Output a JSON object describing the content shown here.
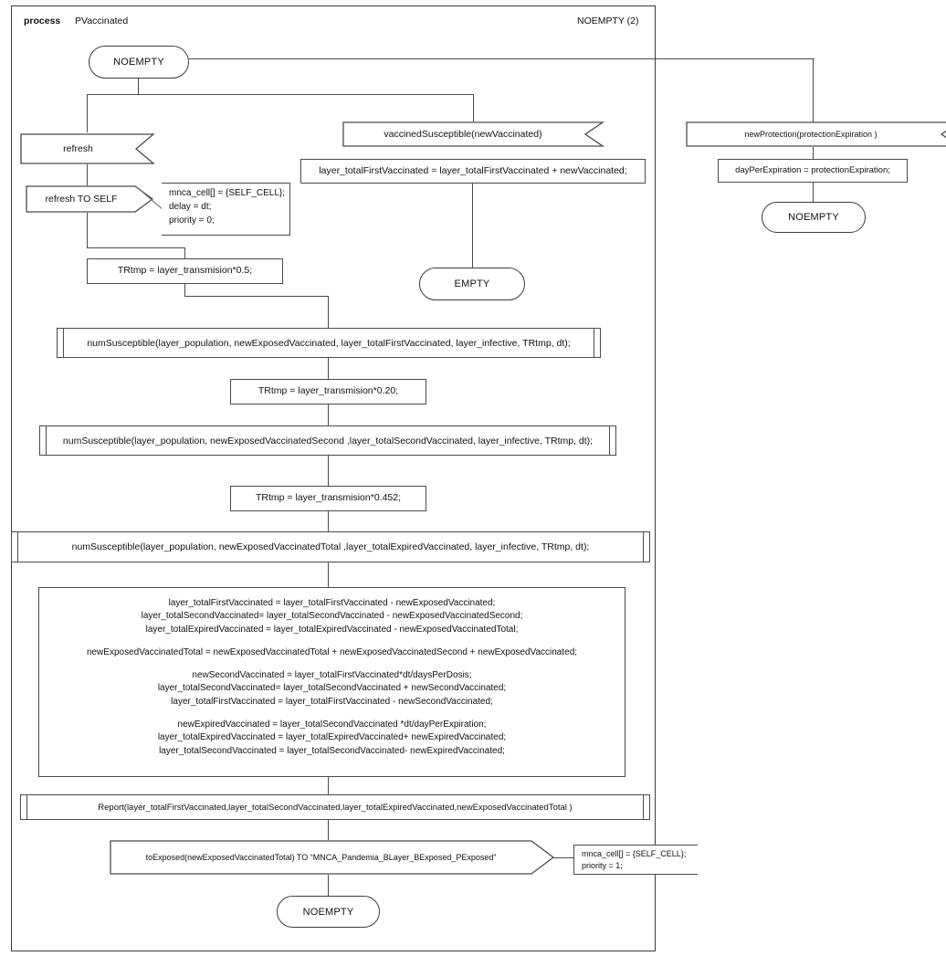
{
  "diagram": {
    "kind": "sdl-process-diagram",
    "header": {
      "keyword": "process",
      "name": "PVaccinated",
      "page_label": "NOEMPTY (2)"
    },
    "states": {
      "start": "NOEMPTY",
      "empty": "EMPTY",
      "protection_end": "NOEMPTY",
      "end": "NOEMPTY"
    },
    "signals": {
      "refresh_in": "refresh",
      "refresh_out": "refresh TO SELF",
      "vaccined_susceptible": "vaccinedSusceptible(newVaccinated)",
      "new_protection": "newProtection(protectionExpiration )",
      "to_exposed": "toExposed(newExposedVaccinatedTotal) TO “MNCA_Pandemia_BLayer_BExposed_PExposed”"
    },
    "comments": {
      "refresh_self": [
        "mnca_cell[] = {SELF_CELL};",
        "delay = dt;",
        "priority = 0;"
      ],
      "to_exposed": [
        "mnca_cell[] = {SELF_CELL};",
        "priority = 1;"
      ]
    },
    "tasks": {
      "first_vaccinated_update": "layer_totalFirstVaccinated = layer_totalFirstVaccinated + newVaccinated;",
      "day_per_expiration": "dayPerExpiration = protectionExpiration;",
      "trtmp_05": "TRtmp  = layer_transmision*0.5;",
      "trtmp_020": "TRtmp = layer_transmision*0.20;",
      "trtmp_0452": "TRtmp = layer_transmision*0.452;",
      "big_block": {
        "group1": [
          "layer_totalFirstVaccinated = layer_totalFirstVaccinated - newExposedVaccinated;",
          "layer_totalSecondVaccinated= layer_totalSecondVaccinated - newExposedVaccinatedSecond;",
          "layer_totalExpiredVaccinated = layer_totalExpiredVaccinated - newExposedVaccinatedTotal;"
        ],
        "group2": [
          "newExposedVaccinatedTotal = newExposedVaccinatedTotal + newExposedVaccinatedSecond  + newExposedVaccinated;"
        ],
        "group3": [
          "newSecondVaccinated = layer_totalFirstVaccinated*dt/daysPerDosis;",
          "layer_totalSecondVaccinated= layer_totalSecondVaccinated + newSecondVaccinated;",
          "layer_totalFirstVaccinated = layer_totalFirstVaccinated - newSecondVaccinated;"
        ],
        "group4": [
          "newExpiredVaccinated = layer_totalSecondVaccinated *dt/dayPerExpiration;",
          "layer_totalExpiredVaccinated = layer_totalExpiredVaccinated+ newExpiredVaccinated;",
          "layer_totalSecondVaccinated = layer_totalSecondVaccinated- newExpiredVaccinated;"
        ]
      }
    },
    "procedures": {
      "num_susceptible_first": "numSusceptible(layer_population, newExposedVaccinated, layer_totalFirstVaccinated, layer_infective, TRtmp, dt);",
      "num_susceptible_second": "numSusceptible(layer_population, newExposedVaccinatedSecond ,layer_totalSecondVaccinated, layer_infective, TRtmp, dt);",
      "num_susceptible_total": "numSusceptible(layer_population, newExposedVaccinatedTotal ,layer_totalExpiredVaccinated, layer_infective, TRtmp, dt);",
      "report": "Report(layer_totalFirstVaccinated,layer_totalSecondVaccinated,layer_totalExpiredVaccinated,newExposedVaccinatedTotal )"
    },
    "colors": {
      "line": "#4a4a4a",
      "frame": "#3a3a3a",
      "text": "#111111",
      "background": "#ffffff"
    }
  }
}
